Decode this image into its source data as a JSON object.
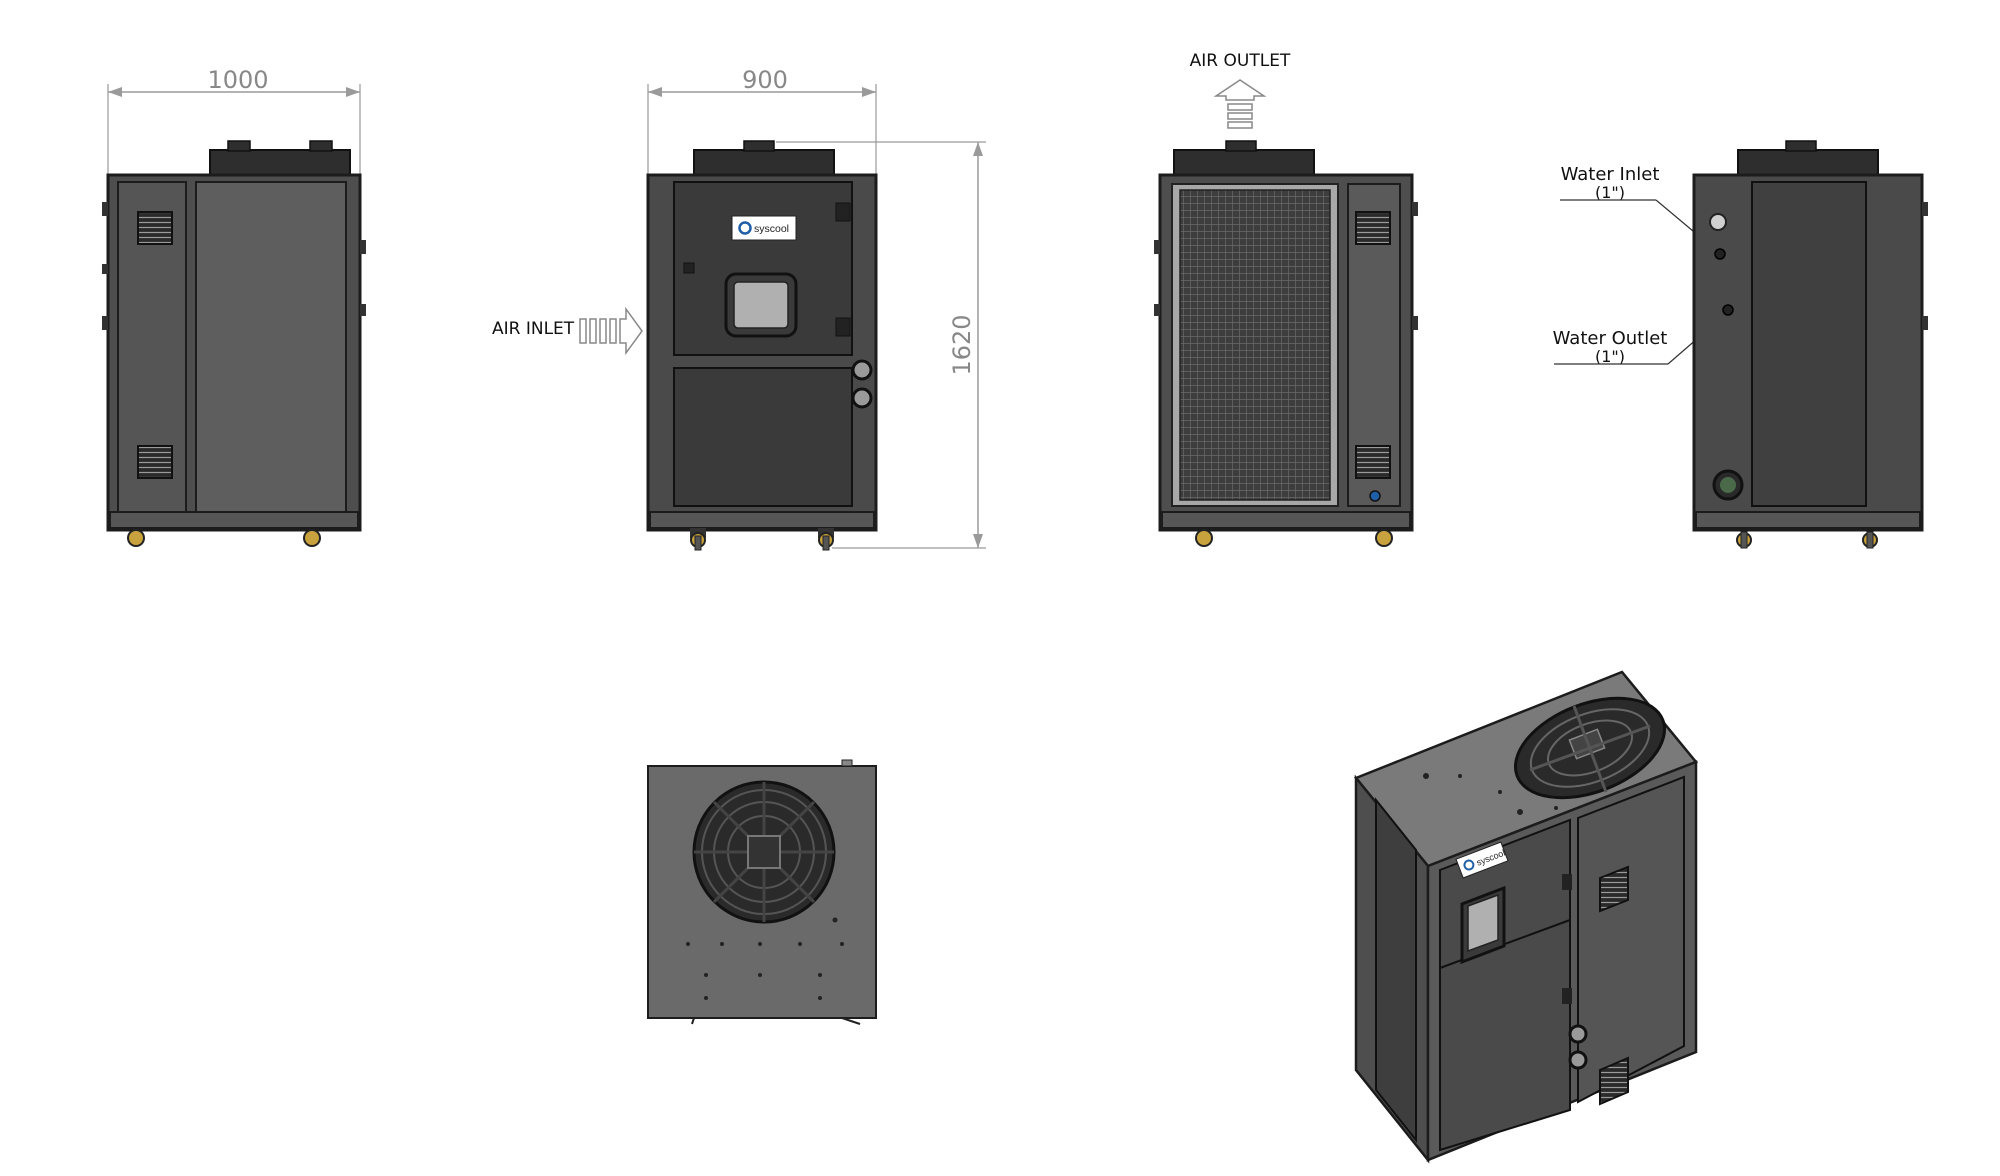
{
  "dimensions": {
    "width_side": "1000",
    "width_front": "900",
    "height": "1620"
  },
  "labels": {
    "air_inlet": "AIR INLET",
    "air_outlet": "AIR OUTLET",
    "water_inlet": "Water Inlet",
    "water_inlet_size": "(1\")",
    "water_outlet": "Water Outlet",
    "water_outlet_size": "(1\")"
  },
  "brand": {
    "logo_text": "syscool",
    "accent": "#1f5fa8"
  },
  "colors": {
    "panel_dark": "#4a4a4a",
    "panel_mid": "#5c5c5c",
    "panel_light": "#6d6d6d",
    "outline": "#1c1c1c",
    "dim_line": "#9a9a9a",
    "wheel": "#c8a23c"
  },
  "icons": {
    "fan": "axial-fan-icon",
    "wheel": "caster-wheel-icon",
    "louver": "vent-louver-icon",
    "arrow": "airflow-arrow-icon"
  }
}
